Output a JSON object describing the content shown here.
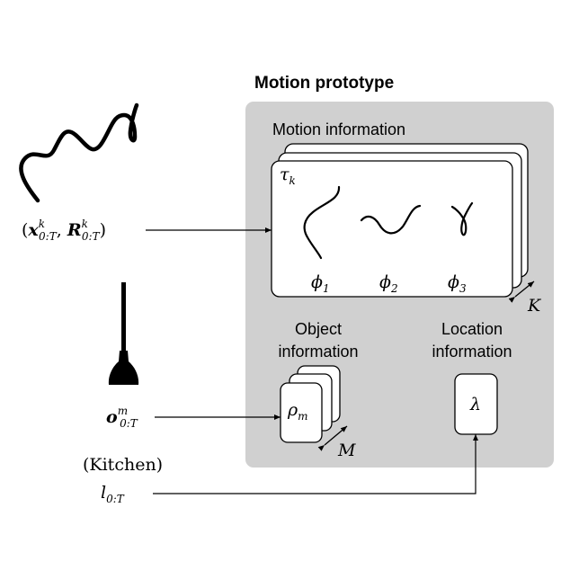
{
  "title": "Motion prototype",
  "motion_info": {
    "label": "Motion information",
    "tau": "τ",
    "tau_sub": "k",
    "phi_symbol": "ϕ",
    "phi_subs": [
      "1",
      "2",
      "3"
    ],
    "stack_label": "K"
  },
  "object_info": {
    "label_line1": "Object",
    "label_line2": "information",
    "rho": "ρ",
    "rho_sub": "m",
    "stack_label": "M"
  },
  "location_info": {
    "label_line1": "Location",
    "label_line2": "information",
    "lambda": "λ"
  },
  "inputs": {
    "trajectory": {
      "open": "(",
      "x": "x",
      "x_sup": "k",
      "x_sub": "0:T",
      "comma": ", ",
      "r": "R",
      "r_sup": "k",
      "r_sub": "0:T",
      "close": ")"
    },
    "object": {
      "o": "o",
      "o_sup": "m",
      "o_sub": "0:T"
    },
    "place": "(Kitchen)",
    "location": {
      "l": "l",
      "l_sub": "0:T"
    }
  },
  "colors": {
    "panel": "#d0d0d0",
    "card": "#ffffff",
    "stroke": "#000000"
  }
}
